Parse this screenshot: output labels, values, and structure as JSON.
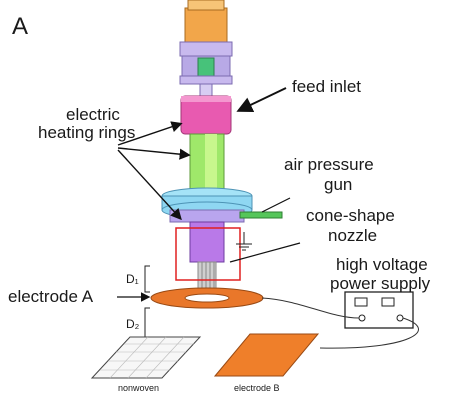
{
  "figure": {
    "panel_letter": "A",
    "labels": {
      "feed_inlet": "feed inlet",
      "heating_line1": "electric",
      "heating_line2": "heating rings",
      "air_line1": "air pressure",
      "air_line2": "gun",
      "nozzle_line1": "cone-shape",
      "nozzle_line2": "nozzle",
      "hv_line1": "high voltage",
      "hv_line2": "power supply",
      "electrode_a": "electrode A",
      "d1": "D₁",
      "d2": "D₂",
      "nonwoven": "nonwoven",
      "electrode_b": "electrode B"
    },
    "colors": {
      "motor": "#f2a64a",
      "coupler": "#c8b9ee",
      "shaft": "#f06ad0",
      "heater": "#e85ab0",
      "barrel": "#9fe86a",
      "flange": "#8fd7f2",
      "nozzle": "#b979e8",
      "electrode_ring": "#e9772a",
      "air_gun": "#55c65a",
      "highlight_box": "#e02020",
      "collector_b": "#ef7f2a"
    }
  }
}
